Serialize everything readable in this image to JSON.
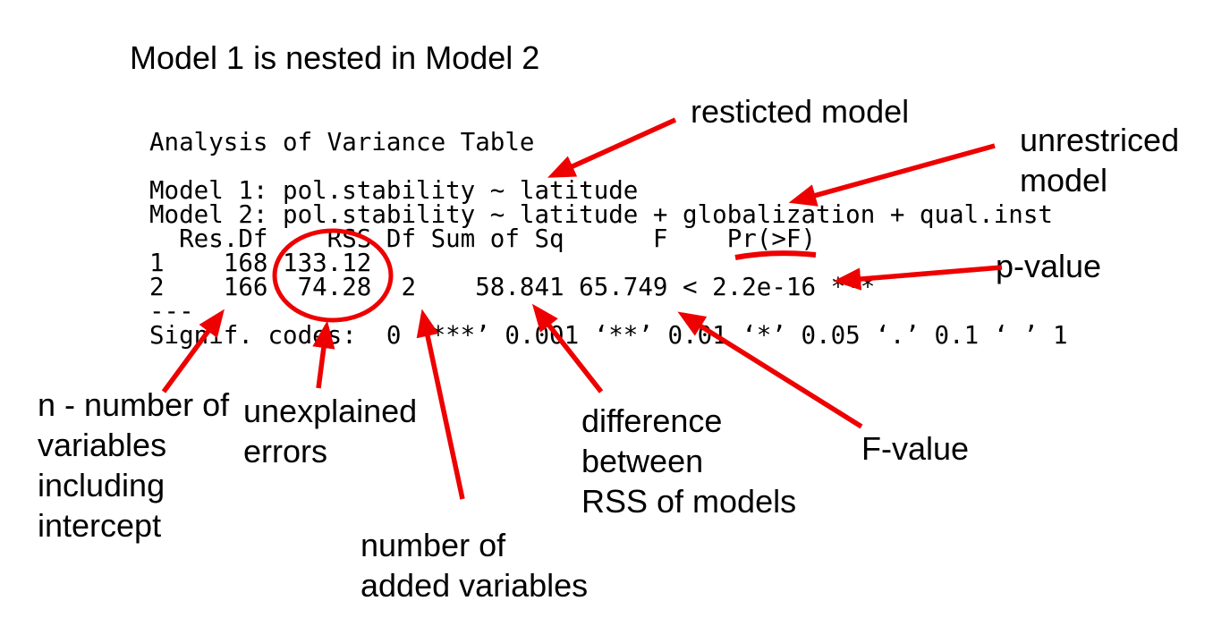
{
  "colors": {
    "annotation_red": "#ee0000",
    "text": "#000000",
    "background": "#ffffff"
  },
  "title": "Model 1 is nested in Model 2",
  "console_output": {
    "text": "Analysis of Variance Table\n\nModel 1: pol.stability ~ latitude\nModel 2: pol.stability ~ latitude + globalization + qual.inst\n  Res.Df    RSS Df Sum of Sq      F    Pr(>F)\n1    168 133.12\n2    166  74.28  2    58.841 65.749 < 2.2e-16 ***\n---\nSignif. codes:  0 ‘***’ 0.001 ‘**’ 0.01 ‘*’ 0.05 ‘.’ 0.1 ‘ ’ 1"
  },
  "anova_table": {
    "model_1_formula": "pol.stability ~ latitude",
    "model_2_formula": "pol.stability ~ latitude + globalization + qual.inst",
    "columns": [
      "Res.Df",
      "RSS",
      "Df",
      "Sum of Sq",
      "F",
      "Pr(>F)"
    ],
    "rows": [
      {
        "row": "1",
        "res_df": "168",
        "rss": "133.12",
        "df": "",
        "sum_of_sq": "",
        "f": "",
        "pr_f": "",
        "signif": ""
      },
      {
        "row": "2",
        "res_df": "166",
        "rss": "74.28",
        "df": "2",
        "sum_of_sq": "58.841",
        "f": "65.749",
        "pr_f": "< 2.2e-16",
        "signif": "***"
      }
    ],
    "signif_codes": "0 ‘***’ 0.001 ‘**’ 0.01 ‘*’ 0.05 ‘.’ 0.1 ‘ ’ 1"
  },
  "annotations": {
    "restricted": {
      "text": "resticted model"
    },
    "unrestricted": {
      "text": "unrestriced\nmodel"
    },
    "pvalue": {
      "text": "p-value"
    },
    "nnumber": {
      "text": "n - number of\nvariables\nincluding\nintercept"
    },
    "unexplained": {
      "text": "unexplained\nerrors"
    },
    "added": {
      "text": "number of\nadded variables"
    },
    "difference": {
      "text": "difference\nbetween\nRSS of models"
    },
    "fvalue": {
      "text": "F-value"
    }
  }
}
